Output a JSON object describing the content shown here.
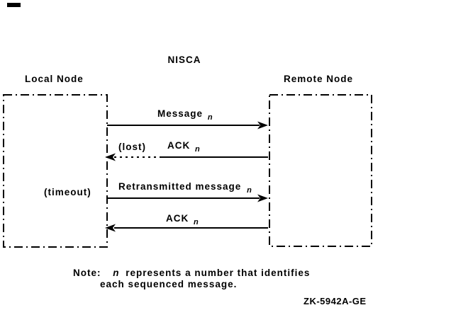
{
  "diagram": {
    "title": "NISCA",
    "local_node_label": "Local Node",
    "remote_node_label": "Remote Node",
    "subscript_variable": "n",
    "arrows": {
      "message_label": "Message",
      "ack_label": "ACK",
      "lost_label": "(lost)",
      "timeout_label": "(timeout)",
      "retransmitted_label": "Retransmitted message"
    },
    "note": {
      "label": "Note:",
      "variable": "n",
      "line1_rest": "represents a number that identifies",
      "line2": "each sequenced message."
    },
    "figure_id": "ZK-5942A-GE",
    "colors": {
      "ink": "#000000",
      "background": "#ffffff"
    }
  }
}
